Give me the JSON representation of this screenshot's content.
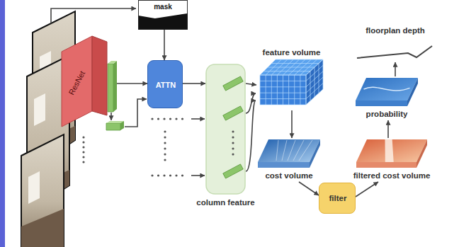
{
  "diagram": {
    "nodes": [
      {
        "text": [
          "mask"
        ]
      },
      {
        "text": [
          "ResNet"
        ]
      },
      {
        "text": [
          "ATTN"
        ]
      },
      {
        "text": [
          "column feature"
        ]
      },
      {
        "text": [
          "feature volume"
        ]
      },
      {
        "text": [
          "cost volume"
        ]
      },
      {
        "text": [
          "filter"
        ]
      },
      {
        "text": [
          "filtered cost volume"
        ]
      },
      {
        "text": [
          "probability"
        ]
      },
      {
        "text": [
          "floorplan depth"
        ]
      }
    ],
    "edges": [
      {
        "from": 0,
        "to": 2,
        "arrow": "to"
      },
      {
        "from": 1,
        "to": 2,
        "arrow": "to"
      },
      {
        "from": 2,
        "to": 3,
        "arrow": "to"
      },
      {
        "from": 3,
        "to": 4,
        "arrow": "to"
      },
      {
        "from": 4,
        "to": 5,
        "arrow": "to"
      },
      {
        "from": 5,
        "to": 6,
        "arrow": "to"
      },
      {
        "from": 6,
        "to": 7,
        "arrow": "to"
      },
      {
        "from": 7,
        "to": 8,
        "arrow": "to"
      },
      {
        "from": 8,
        "to": 9,
        "arrow": "to"
      }
    ]
  }
}
